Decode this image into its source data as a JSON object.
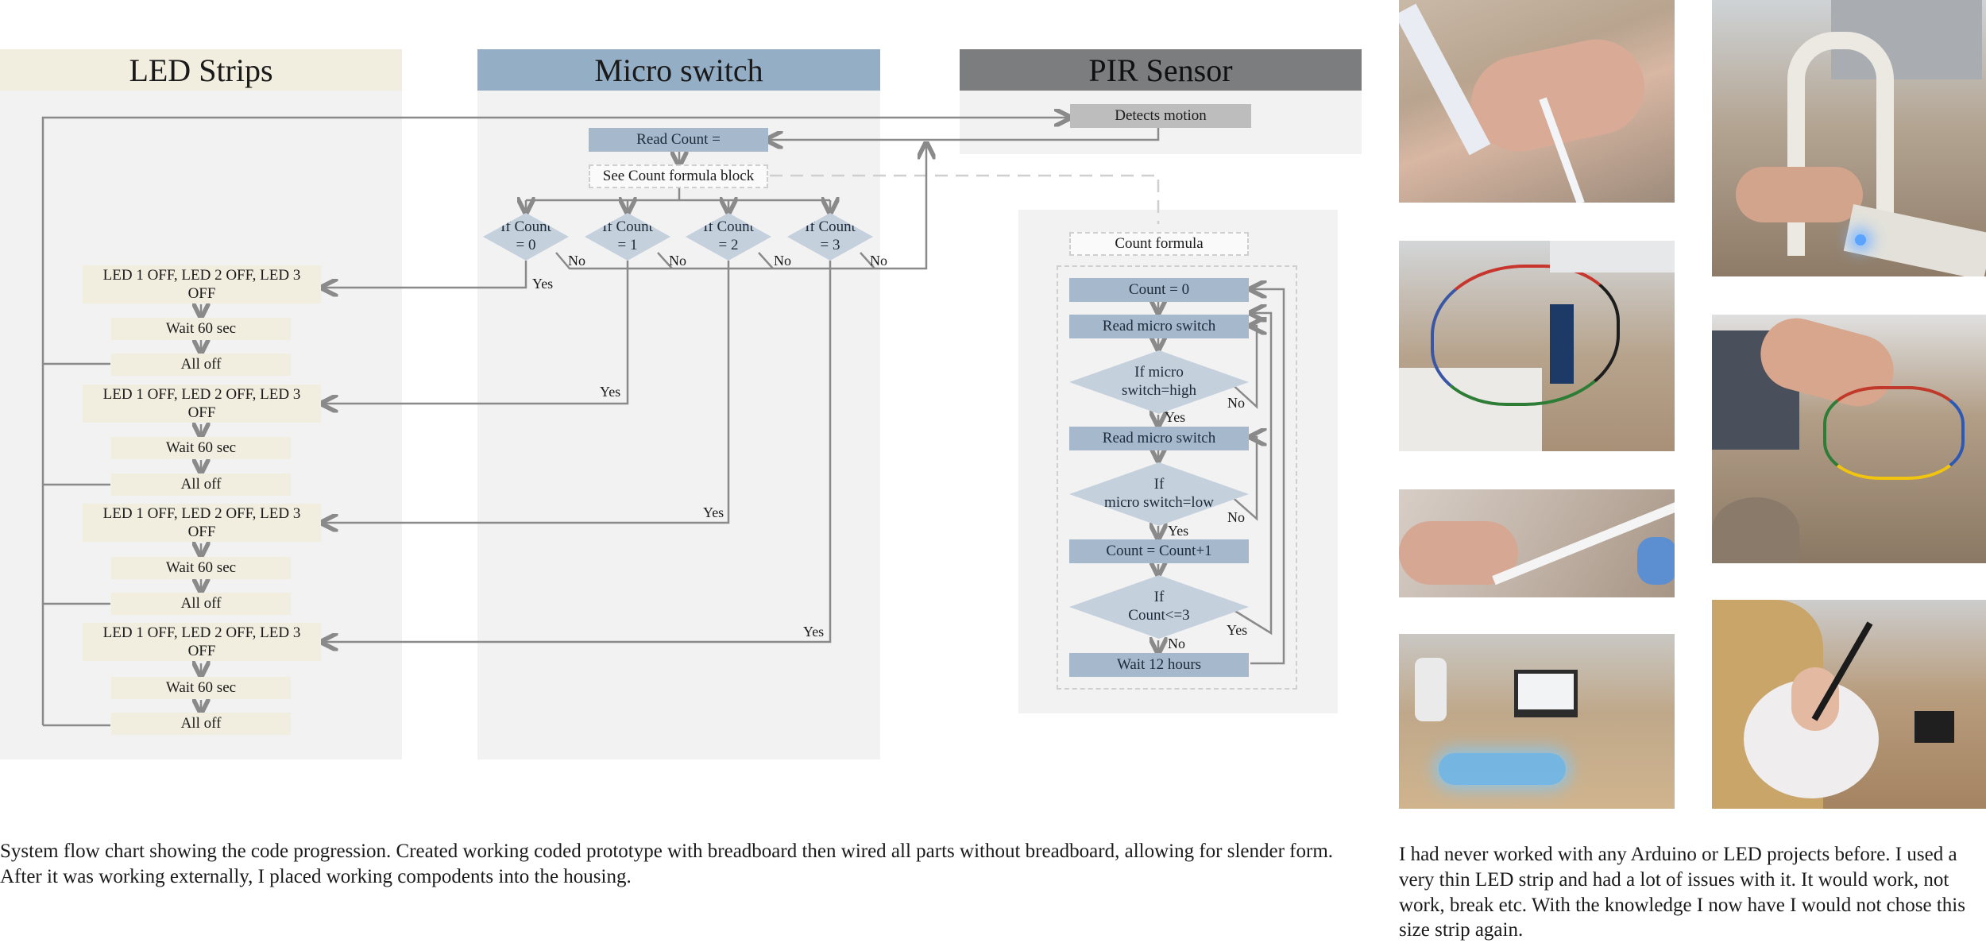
{
  "lanes": {
    "led": "LED Strips",
    "micro": "Micro switch",
    "pir": "PIR Sensor"
  },
  "pir": {
    "detects": "Detects motion"
  },
  "micro": {
    "read_count": "Read Count =",
    "see_formula": "See Count formula block",
    "decisions": [
      {
        "line1": "If Count",
        "line2": "= 0"
      },
      {
        "line1": "If Count",
        "line2": "= 1"
      },
      {
        "line1": "If Count",
        "line2": "= 2"
      },
      {
        "line1": "If Count",
        "line2": "= 3"
      }
    ],
    "no": "No",
    "yes": "Yes"
  },
  "led": {
    "groups": [
      {
        "state": "LED 1 OFF,  LED 2 OFF,  LED 3 OFF",
        "wait": "Wait 60 sec",
        "alloff": "All off"
      },
      {
        "state": "LED 1 OFF,  LED 2 OFF,  LED 3 OFF",
        "wait": "Wait 60 sec",
        "alloff": "All off"
      },
      {
        "state": "LED 1 OFF,  LED 2 OFF,  LED 3 OFF",
        "wait": "Wait 60 sec",
        "alloff": "All off"
      },
      {
        "state": "LED 1 OFF,  LED 2 OFF,  LED 3 OFF",
        "wait": "Wait 60 sec",
        "alloff": "All off"
      }
    ]
  },
  "formula": {
    "title": "Count formula",
    "count0": "Count = 0",
    "read1": "Read micro switch",
    "if_high": {
      "line1": "If micro",
      "line2": "switch=high"
    },
    "read2": "Read micro switch",
    "if_low": {
      "line1": "If",
      "line2": "micro switch=low"
    },
    "count_inc": "Count = Count+1",
    "if_le3": {
      "line1": "If",
      "line2": "Count<=3"
    },
    "wait12": "Wait 12 hours",
    "yes": "Yes",
    "no": "No"
  },
  "captions": {
    "left": "System flow chart showing the code progression. Created working coded prototype with breadboard then wired all parts without breadboard, allowing for slender form. After it was working externally, I placed working compodents into the housing.",
    "right": "I had never worked with any Arduino or LED projects before. I used a very thin LED strip and had a lot of issues with it. It would work, not work, break etc. With the knowledge I now have I would not chose this size strip again."
  }
}
